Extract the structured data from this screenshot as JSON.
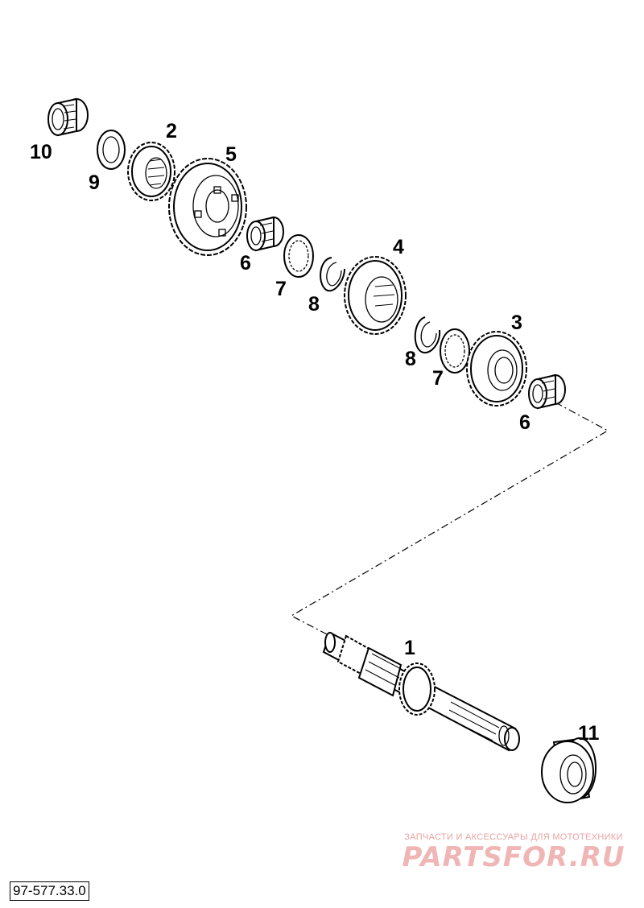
{
  "callouts": {
    "p1": "1",
    "p2": "2",
    "p3": "3",
    "p4": "4",
    "p5": "5",
    "p6a": "6",
    "p6b": "6",
    "p7a": "7",
    "p7b": "7",
    "p8a": "8",
    "p8b": "8",
    "p9": "9",
    "p10": "10",
    "p11": "11"
  },
  "watermark": {
    "tagline": "ЗАПЧАСТИ И АКСЕССУАРЫ ДЛЯ МОТОТЕХНИКИ",
    "brand": "PARTSFOR.RU"
  },
  "document": {
    "number": "97-577.33.0"
  }
}
